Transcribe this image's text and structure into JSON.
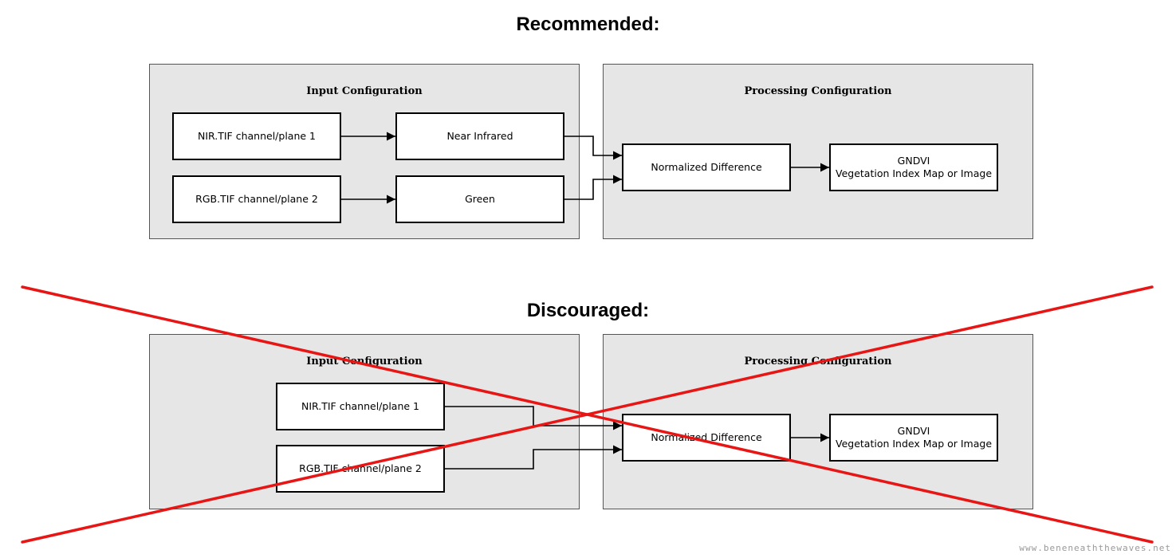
{
  "recommended": {
    "heading": "Recommended:",
    "input_title": "Input Configuration",
    "processing_title": "Processing Configuration",
    "nir_source": "NIR.TIF channel/plane 1",
    "rgb_source": "RGB.TIF channel/plane 2",
    "nir_band": "Near Infrared",
    "green_band": "Green",
    "operation": "Normalized Difference",
    "output_line1": "GNDVI",
    "output_line2": "Vegetation Index Map or Image"
  },
  "discouraged": {
    "heading": "Discouraged:",
    "input_title": "Input Configuration",
    "processing_title": "Processing Configuration",
    "nir_source": "NIR.TIF channel/plane 1",
    "rgb_source": "RGB.TIF channel/plane 2",
    "operation": "Normalized Difference",
    "output_line1": "GNDVI",
    "output_line2": "Vegetation Index Map or Image"
  },
  "watermark": "www.beneneaththewaves.net",
  "colors": {
    "panel": "#e6e6e6",
    "cross": "#e81515",
    "edge": "#000000"
  }
}
